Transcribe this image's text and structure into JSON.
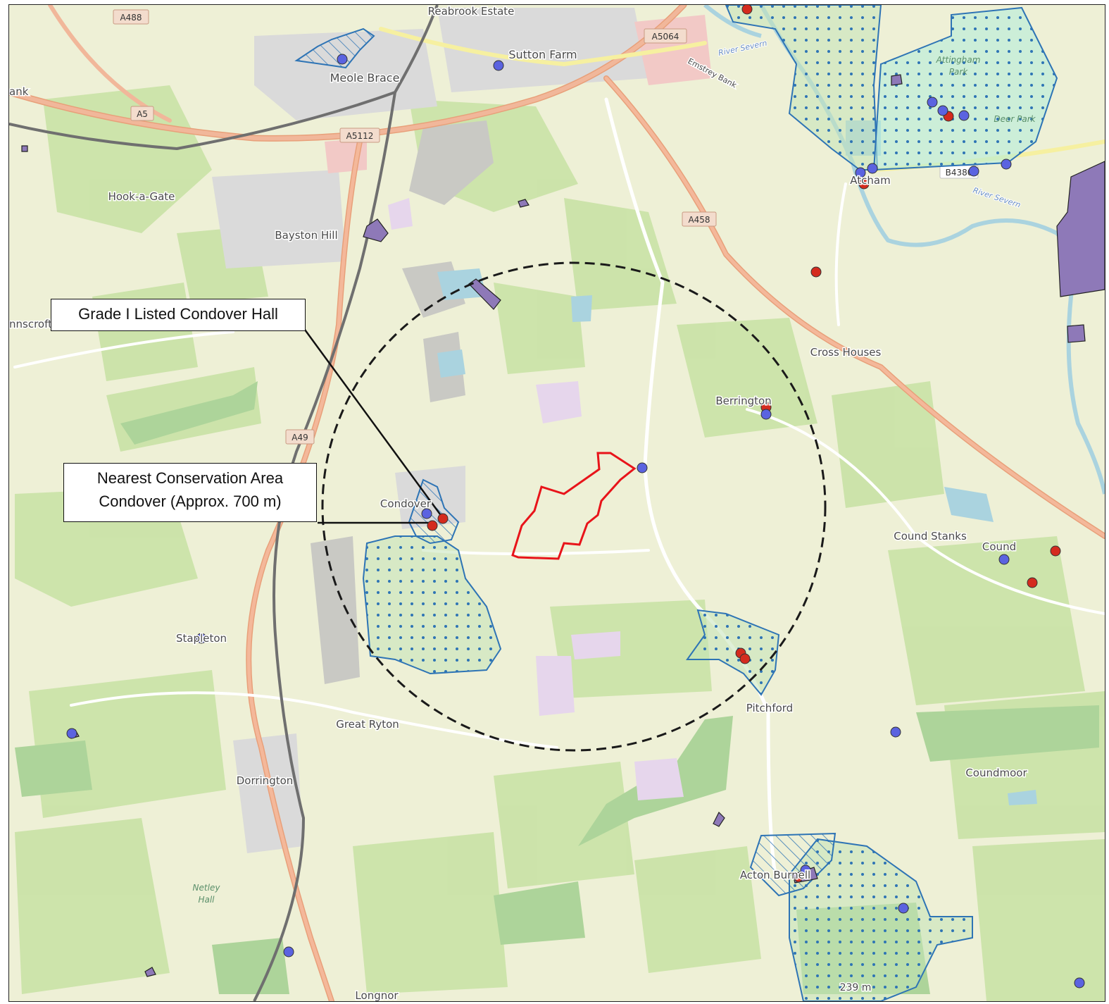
{
  "callouts": {
    "listed_building": "Grade I Listed Condover Hall",
    "conservation_area_line1": "Nearest Conservation Area",
    "conservation_area_line2": "Condover (Approx. 700 m)"
  },
  "place_names": {
    "reabrook": "Reabrook Estate",
    "sutton_farm": "Sutton Farm",
    "meole_brace": "Meole Brace",
    "hook_a_gate": "Hook-a-Gate",
    "bayston_hill": "Bayston Hill",
    "cross_houses": "Cross Houses",
    "berrington": "Berrington",
    "condover": "Condover",
    "cound_stanks": "Cound Stanks",
    "cound": "Cound",
    "stapleton": "Stapleton",
    "pitchford": "Pitchford",
    "great_ryton": "Great Ryton",
    "dorrington": "Dorrington",
    "coundmoor": "Coundmoor",
    "acton_burnell": "Acton Burnell",
    "longnor": "Longnor",
    "atcham": "Atcham",
    "nnscroft": "nnscroft",
    "ank": "ank",
    "netley_hall_1": "Netley",
    "netley_hall_2": "Hall",
    "attingham_1": "Attingham",
    "attingham_2": "Park",
    "deer_park": "Deer Park",
    "spot_height": "239 m"
  },
  "rivers": {
    "severn_north": "River Severn",
    "severn_east": "River Severn",
    "emstrey_bank": "Emstrey Bank"
  },
  "road_labels": {
    "a488": "A488",
    "a5064": "A5064",
    "a5": "A5",
    "a5112": "A5112",
    "a458": "A458",
    "a49": "A49",
    "b4380": "B4380"
  },
  "colors": {
    "site_boundary": "#e8141a",
    "study_radius": "#1a1a1a",
    "conservation_area": "#2e74b5",
    "listed_building_marker": "#d42b1e",
    "heritage_marker": "#5b63e0",
    "scheduled_monument": "#8e79b8"
  }
}
